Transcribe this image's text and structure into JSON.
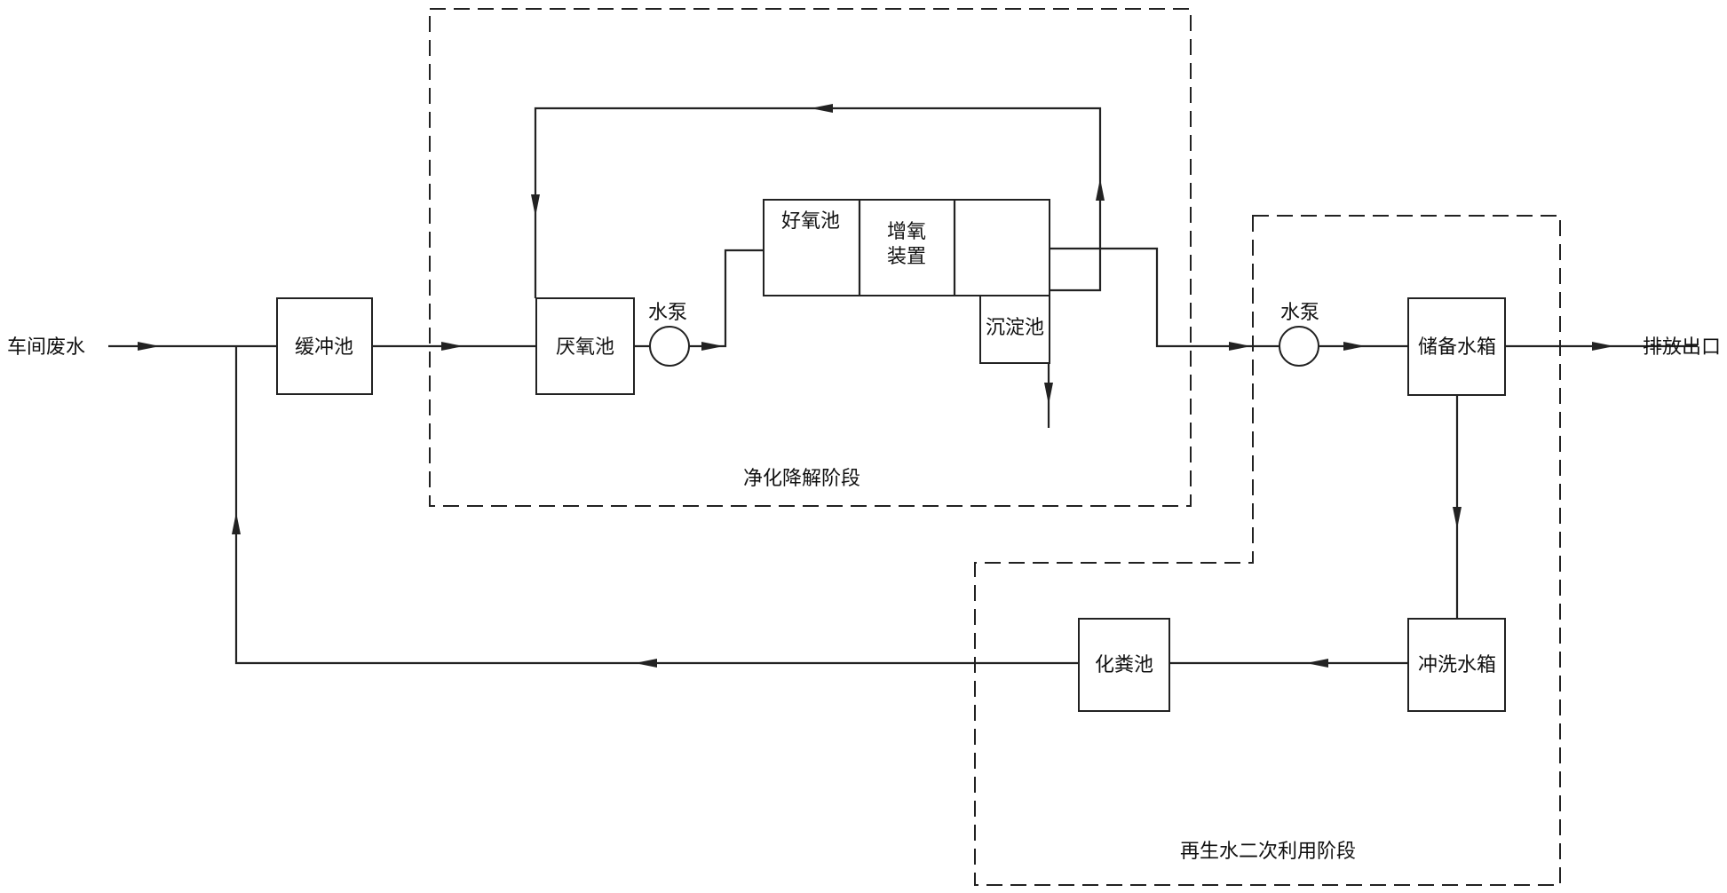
{
  "labels": {
    "workshop_wastewater": "车间废水",
    "buffer_tank": "缓冲池",
    "anaerobic_tank": "厌氧池",
    "pump_1": "水泵",
    "aerobic_tank": "好氧池",
    "aeration_line1": "增氧",
    "aeration_line2": "装置",
    "sedimentation_tank": "沉淀池",
    "pump_2": "水泵",
    "storage_tank": "储备水箱",
    "discharge_outlet": "排放出口",
    "flush_tank": "冲洗水箱",
    "septic_tank": "化粪池",
    "stage_purification": "净化降解阶段",
    "stage_reuse": "再生水二次利用阶段"
  }
}
